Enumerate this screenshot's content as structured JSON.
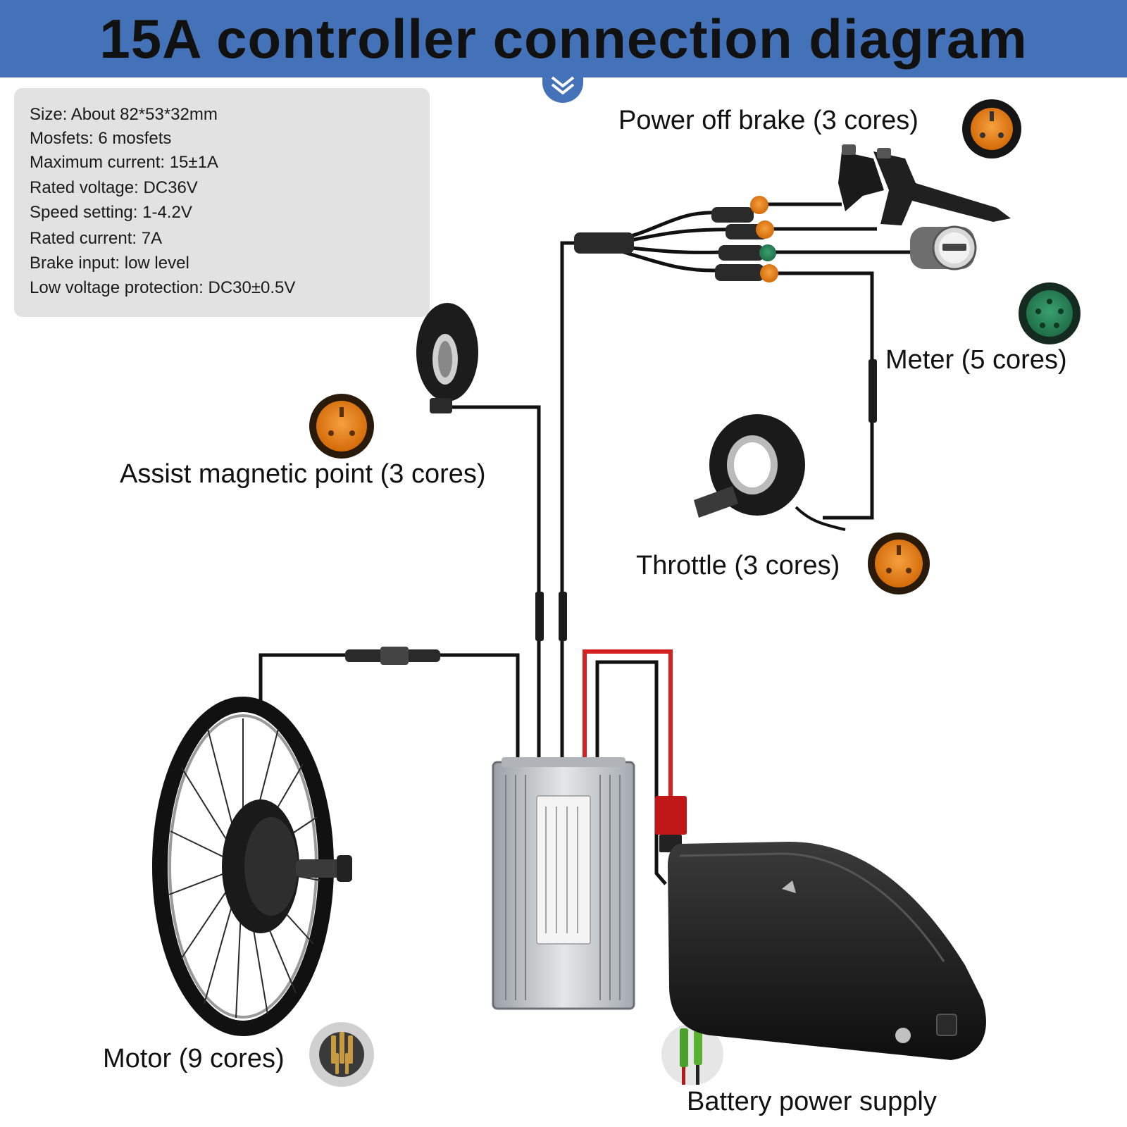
{
  "header": {
    "title": "15A controller connection diagram"
  },
  "specs": [
    "Size: About 82*53*32mm",
    "Mosfets: 6 mosfets",
    "Maximum current: 15±1A",
    "Rated voltage: DC36V",
    "Speed setting: 1-4.2V",
    "Rated current: 7A",
    "Brake input: low level",
    "Low voltage protection: DC30±0.5V"
  ],
  "labels": {
    "brake": "Power off brake (3 cores)",
    "meter": "Meter (5 cores)",
    "assist": "Assist magnetic point (3 cores)",
    "throttle": "Throttle (3 cores)",
    "motor": "Motor (9 cores)",
    "battery": "Battery power supply"
  },
  "colors": {
    "header": "#4472b8",
    "connector_orange": "#e88418",
    "connector_green": "#2a8a5c",
    "wire_red": "#d42020",
    "wire_black": "#111111"
  }
}
